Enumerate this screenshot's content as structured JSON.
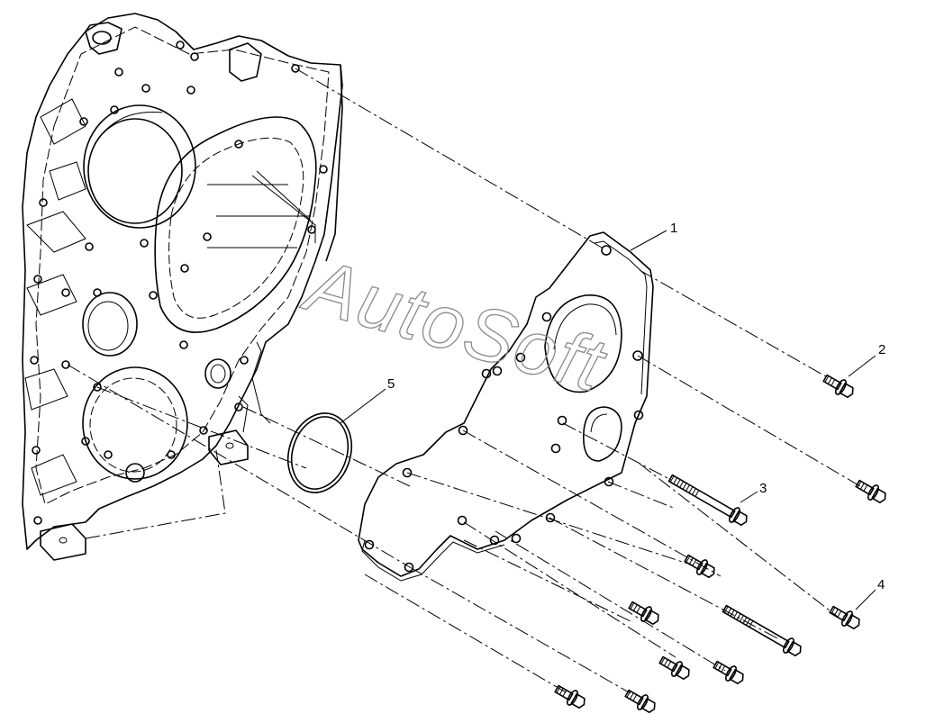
{
  "watermark": {
    "text": "AutoSoft"
  },
  "callouts": [
    {
      "id": "1",
      "label": "1"
    },
    {
      "id": "2",
      "label": "2"
    },
    {
      "id": "3",
      "label": "3"
    },
    {
      "id": "4",
      "label": "4"
    },
    {
      "id": "5",
      "label": "5"
    }
  ]
}
